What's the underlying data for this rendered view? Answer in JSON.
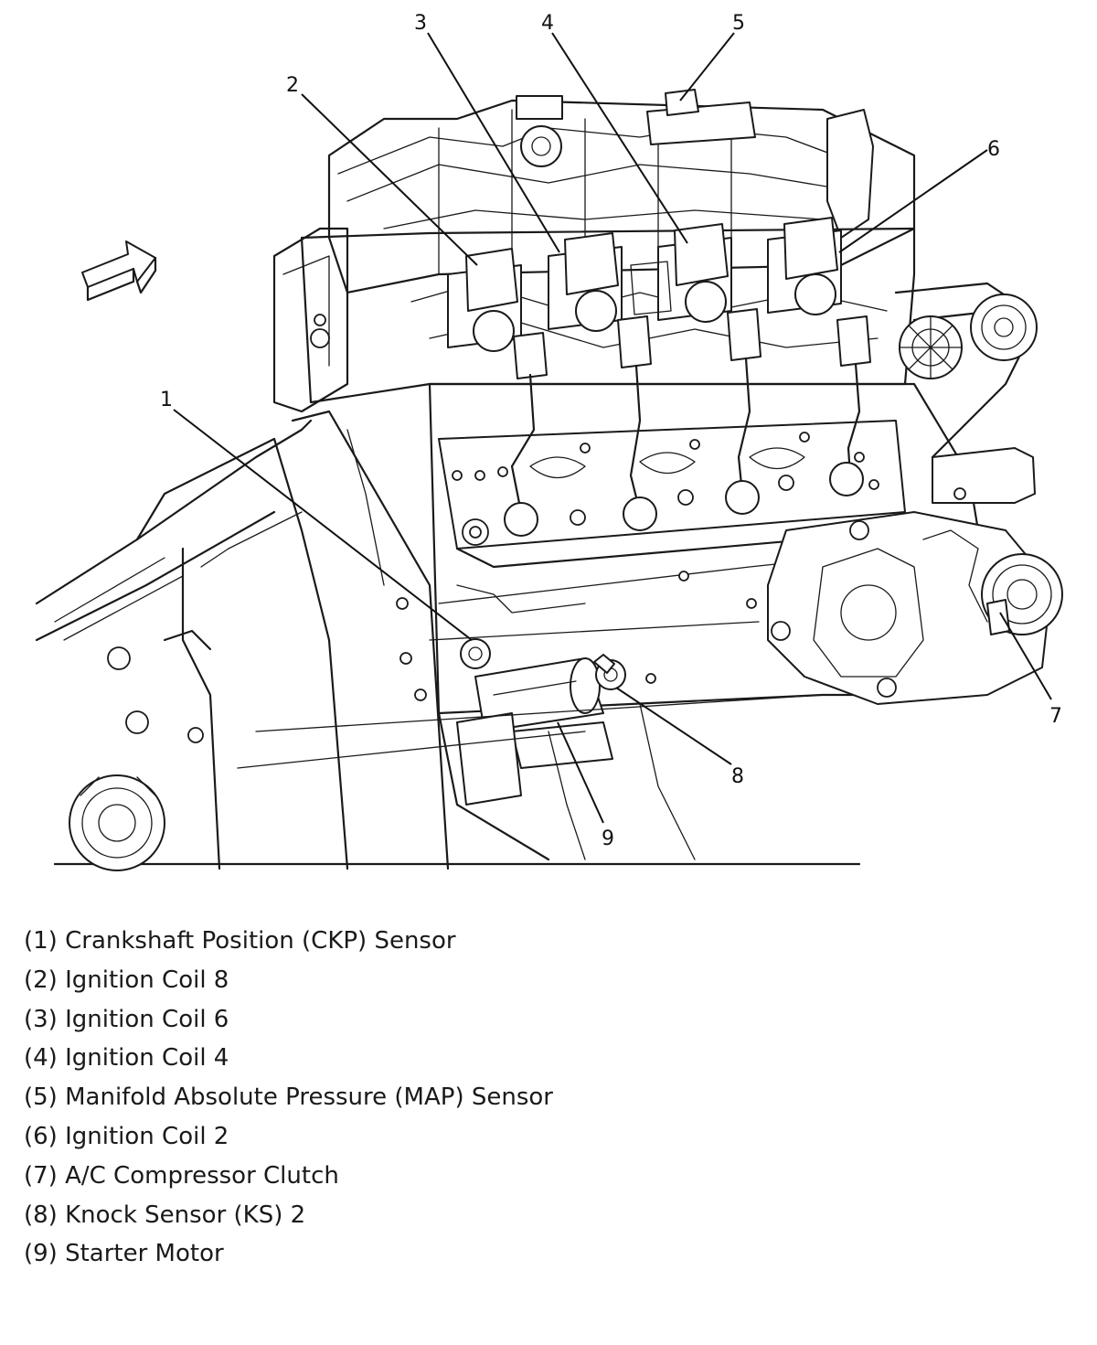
{
  "diagram": {
    "callouts": [
      "1",
      "2",
      "3",
      "4",
      "5",
      "6",
      "7",
      "8",
      "9"
    ]
  },
  "legend": [
    "(1) Crankshaft Position (CKP) Sensor",
    "(2) Ignition Coil 8",
    "(3) Ignition Coil 6",
    "(4) Ignition Coil 4",
    "(5) Manifold Absolute Pressure (MAP) Sensor",
    "(6) Ignition Coil 2",
    "(7) A/C Compressor Clutch",
    "(8) Knock Sensor (KS) 2",
    "(9) Starter Motor"
  ]
}
